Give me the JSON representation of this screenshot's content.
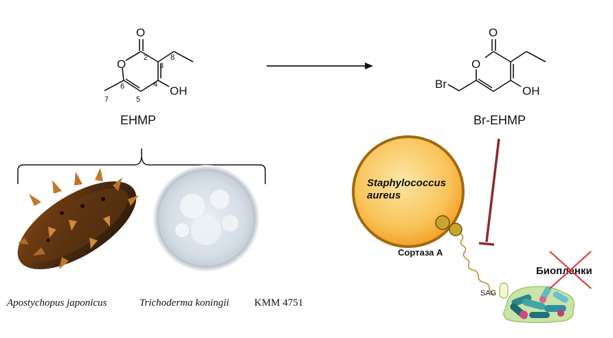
{
  "left_molecule": {
    "name": "EHMP",
    "o_ring": "O",
    "o_carbonyl": "O",
    "oh": "OH",
    "numbers": [
      "2",
      "3",
      "4",
      "5",
      "6",
      "7",
      "8"
    ]
  },
  "right_molecule": {
    "name": "Br-EHMP",
    "o_ring": "O",
    "o_carbonyl": "O",
    "oh": "OH",
    "br": "Br"
  },
  "captions": {
    "organism1": "Apostychopus japonicus",
    "organism2": "Trichoderma koningii",
    "strain": "KMM 4751"
  },
  "bacterium": {
    "name_line1": "Staphylococcus",
    "name_line2": "aureus",
    "enzyme": "Сортаза А",
    "sag": "SAG",
    "biofilm": "Биопленки"
  },
  "icons": [
    "sea-cucumber-image",
    "petri-dish-image",
    "biofilm-cluster",
    "inhibition-arrow",
    "cross-mark"
  ],
  "colors": {
    "cell_fill": "#f5a623",
    "cell_inner": "#fdd98a",
    "cell_stroke": "#a06a10",
    "inhibitor": "#8b2a2a",
    "cross": "#e03030",
    "sortase": "#b99a2a"
  }
}
